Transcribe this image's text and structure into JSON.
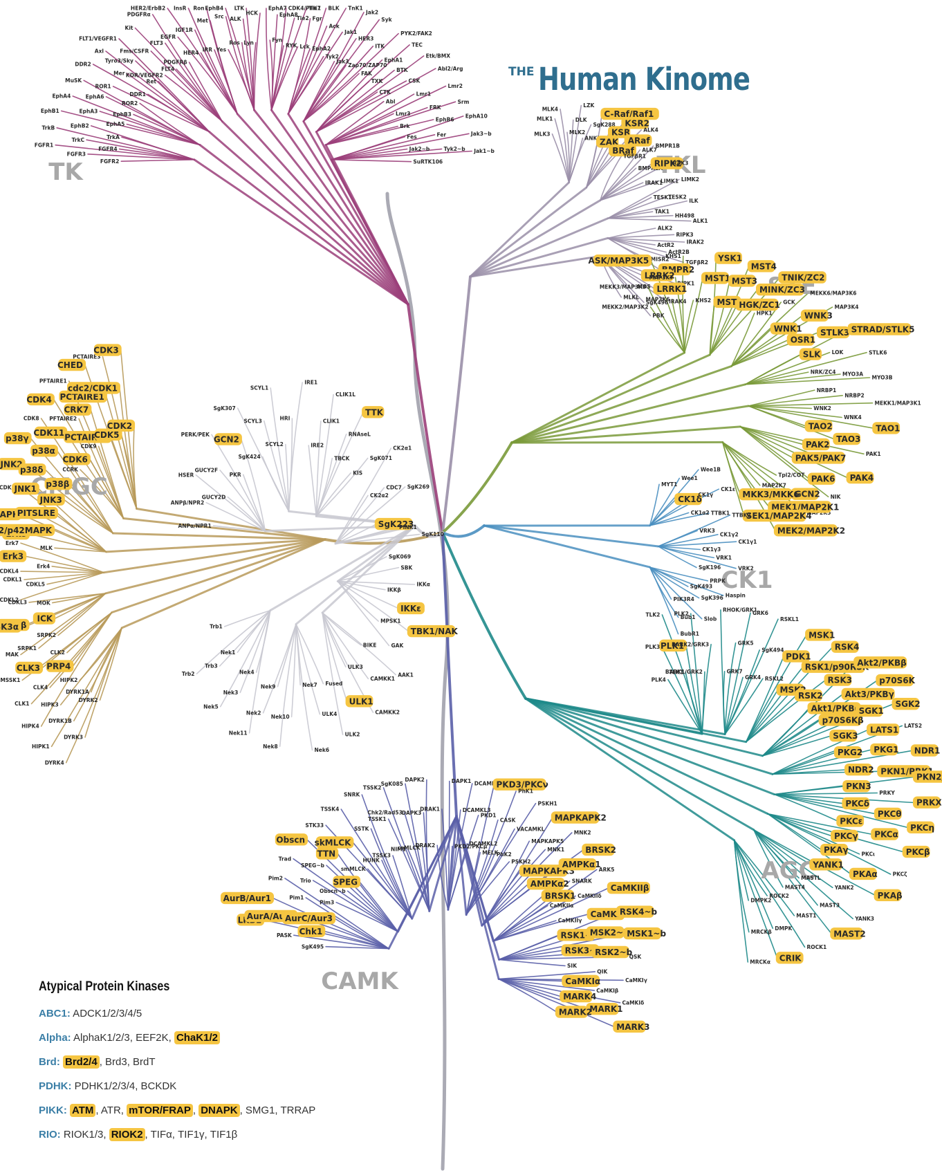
{
  "title": {
    "prefix": "THE",
    "main": "Human Kinome"
  },
  "groups": [
    {
      "name": "TK",
      "color": "#9b3f7a"
    },
    {
      "name": "TKL",
      "color": "#9a8fa8"
    },
    {
      "name": "STE",
      "color": "#7a9a3a"
    },
    {
      "name": "CK1",
      "color": "#4a8fc0"
    },
    {
      "name": "AGC",
      "color": "#1f8a8a"
    },
    {
      "name": "CAMK",
      "color": "#5a5fa8"
    },
    {
      "name": "CMGC",
      "color": "#b89a5a"
    }
  ],
  "colors": {
    "highlight": "#f5c542",
    "hub": "#aaaab4",
    "other": "#c8c8d0",
    "group_label": "#a8a8a8",
    "title": "#2f6e8e"
  },
  "kinases": {
    "TK": [
      "FGFR2",
      "FGFR3",
      "FGFR1",
      "FGFR4",
      "TrkC",
      "TrkB",
      "TrkA",
      "EphB2",
      "EphB1",
      "EphA5",
      "EphA3",
      "EphA4",
      "EphB3",
      "EphA6",
      "MuSK",
      "ROR2",
      "ROR1",
      "DDR2",
      "DDR1",
      "Mer",
      "Axl",
      "Ret",
      "Tyro3/Sky",
      "FLT1/VEGFR1",
      "KDR/VEGFR2",
      "Fms/CSFR",
      "Kit",
      "FLT4",
      "FLT3",
      "PDGFRα",
      "PDGFRβ",
      "EGFR",
      "HER2/ErbB2",
      "HER4",
      "IGF1R",
      "InsR",
      "IRR",
      "Met",
      "Ron",
      "Yes",
      "Src",
      "EphB4",
      "Ros",
      "ALK",
      "LTK",
      "Lyn",
      "HCK",
      "EphA7",
      "Fyn",
      "EphA8",
      "CDK4/PTK7",
      "RYK",
      "Tie2",
      "Tie1",
      "Lck",
      "Fgr",
      "BLK",
      "EphA2",
      "Ack",
      "TnK1",
      "Tyk2",
      "Jak1",
      "Jak2",
      "Jak3",
      "HER3",
      "Syk",
      "Zap70/ZAP70",
      "ITK",
      "PYK2/FAK2",
      "FAK",
      "EphA1",
      "TEC",
      "TXK",
      "BTK",
      "Etk/BMX",
      "CTK",
      "CSK",
      "Abl2/Arg",
      "Abl",
      "Lmr1",
      "Lmr2",
      "Lmr3",
      "FRK",
      "Srm",
      "Brk",
      "EphB6",
      "EphA10",
      "Fes",
      "Fer",
      "Jak3~b",
      "Jak2~b",
      "Tyk2~b",
      "Jak1~b",
      "SuRTK106"
    ],
    "TKL": [
      "MLK3",
      "MLK1",
      "MLK4",
      "MLK2",
      "DLK",
      "LZK",
      "ANKRD3",
      "SgK288",
      "C-Raf/Raf1",
      "ZAK",
      "KSR",
      "KSR2",
      "BRaf",
      "ARaf",
      "ALK4",
      "TGFβR1",
      "ALK7",
      "BMPR1B",
      "BMPR1A",
      "RIPK2",
      "IRAK3",
      "IRAK1",
      "LIMK1",
      "LIMK2",
      "TESK1",
      "TESK2",
      "ILK",
      "TAK1",
      "HH498",
      "ALK1",
      "ALK2",
      "RIPK3",
      "IRAK2",
      "ActR2",
      "ActR2B",
      "TGFβR2",
      "MISR2",
      "BMPR2",
      "RIPK1",
      "LRRK2",
      "LRRK1",
      "IRAK4",
      "MOS",
      "SgK496",
      "PBK",
      "MLKL"
    ],
    "STE": [
      "MEKK2/MAP3K2",
      "MEKK3/MAP3K3",
      "ASK/MAP3K5",
      "MAP3K6",
      "MAP3K7",
      "KHS1",
      "KHS2",
      "MST1",
      "YSK1",
      "MST2",
      "MST3",
      "MST4",
      "HGK/ZC1",
      "MINK/ZC3",
      "TNIK/ZC2",
      "HPK1",
      "GCK",
      "MEKK6/MAP3K6",
      "WNK1",
      "WNK3",
      "MAP3K4",
      "OSR1",
      "STLK3",
      "STRAD/STLK5",
      "SLK",
      "LOK",
      "STLK6",
      "NRK/ZC4",
      "MYO3A",
      "MYO3B",
      "NRBP1",
      "NRBP2",
      "MEKK1/MAP3K1",
      "WNK2",
      "WNK4",
      "TAO1",
      "TAO2",
      "TAO3",
      "PAK1",
      "PAK2",
      "PAK3",
      "PAK4",
      "PAK5/PAK7",
      "PAK6",
      "NIK",
      "Tpl2/COT",
      "GCN2",
      "MAP2K5",
      "MAP2K7",
      "MEK1/MAP2K1",
      "MEK2/MAP2K2",
      "MKK3/MKK6",
      "SEK1/MAP2K4"
    ],
    "CK1": [
      "MYT1",
      "Wee1",
      "Wee1B",
      "CK1δ",
      "CK1γ",
      "CK1ε",
      "CK1α2",
      "TTBK1",
      "TTBK2",
      "VRK3",
      "CK1γ2",
      "CK1γ1",
      "CK1γ3",
      "VRK1",
      "VRK2",
      "SgK196",
      "PRPK",
      "Haspin",
      "SgK493",
      "SgK396",
      "Slob",
      "PIK3R4",
      "Bub1",
      "BubR1"
    ],
    "AGC": [
      "PLK4",
      "PLK3",
      "TLK2",
      "TLK1",
      "PLK1",
      "PLK2",
      "BARK1/GRK2",
      "BARK2/GRK3",
      "RHOK/GRK1",
      "GRK7",
      "GRK5",
      "GRK6",
      "GRK4",
      "SgK494",
      "RSKL1",
      "RSKL2",
      "PDK1",
      "MSK1",
      "MSK2",
      "RSK1/p90RSK",
      "RSK4",
      "RSK2",
      "RSK3",
      "Akt2/PKBβ",
      "Akt1/PKBα",
      "Akt3/PKBγ",
      "p70S6K",
      "p70S6Kβ",
      "SGK1",
      "SGK2",
      "SGK3",
      "LATS1",
      "LATS2",
      "PKG2",
      "PKG1",
      "NDR1",
      "NDR2",
      "PKN1/PRK1",
      "PKN2/PRK2",
      "PKN3",
      "PRKY",
      "PRKX",
      "PKCδ",
      "PKCθ",
      "PKCη",
      "PKCε",
      "PKCα",
      "PKCβ",
      "PKCγ",
      "PKCι",
      "PKCζ",
      "PKAγ",
      "PKAα",
      "PKAβ",
      "YANK1",
      "YANK2",
      "YANK3",
      "MASTL",
      "MAST3",
      "MAST2",
      "MAST4",
      "MAST1",
      "ROCK1",
      "ROCK2",
      "DMPK",
      "CRIK",
      "DMPK2",
      "MRCKβ",
      "MRCKα"
    ],
    "CAMK": [
      "SgK495",
      "PASK",
      "LKB1",
      "Chk1",
      "AurA/Aur2",
      "AurB/Aur1",
      "AurC/Aur3",
      "Pim1",
      "Pim2",
      "Pim3",
      "Trio",
      "Trad",
      "Obscn~b",
      "SPEG~b",
      "Obscn",
      "SPEG",
      "TTN",
      "STK33",
      "smMLCK",
      "skMLCK",
      "TSSK4",
      "HUNK",
      "SSTK",
      "SNRK",
      "TSSK3",
      "TSSK1",
      "TSSK2",
      "NIM1",
      "Chk2/Rad53",
      "SgK085",
      "caMLCK",
      "DAPK3",
      "DAPK2",
      "DRAK2",
      "DRAK1",
      "DAPK1",
      "PKD2/PKCμ",
      "DCAMKL3",
      "DCAMKL1",
      "DCAMKL2",
      "PKD1",
      "PKD3/PKCν",
      "MELK",
      "CASK",
      "PhK1",
      "PhK2",
      "VACAMKL",
      "PSKH1",
      "PSKH2",
      "MAPKAPK5",
      "MAPKAPK2",
      "MAPKAPK3",
      "MNK1",
      "MNK2",
      "AMPKα2",
      "AMPKα1",
      "BRSK2",
      "BRSK1",
      "SNARK",
      "ARK5",
      "CaMKIIα",
      "CaMKIIδ",
      "CaMKIIβ",
      "CaMKIIγ",
      "CaMKIV",
      "RSK4~b",
      "RSK1~b",
      "MSK2~b",
      "MSK1~b",
      "RSK3~b",
      "RSK2~b",
      "QSK",
      "SIK",
      "QIK",
      "CaMKIγ",
      "CaMKIα",
      "CaMKIβ",
      "CaMKIδ",
      "MARK4",
      "MARK1",
      "MARK3",
      "MARK2"
    ],
    "CMGC": [
      "DYRK2",
      "DYRK3",
      "DYRK4",
      "DYRK1A",
      "DYRK1B",
      "HIPK1",
      "HIPK2",
      "HIPK3",
      "HIPK4",
      "PRP4",
      "CLK4",
      "CLK1",
      "CLK2",
      "CLK3",
      "MSSK1",
      "SRPK2",
      "SRPK1",
      "MAK",
      "ICK",
      "GSK3β",
      "GSK3α",
      "MOK",
      "CDKL3",
      "CDKL2",
      "CDKL5",
      "CDKL1",
      "CDKL4",
      "Erk4",
      "Erk3",
      "Erk7",
      "MLK",
      "Erk5",
      "Erk1/p44MAPK",
      "Erk2/p42MAPK",
      "CDK7",
      "CDK10",
      "PITSLRE",
      "JNK1",
      "JNK2",
      "JNK3",
      "p38δ",
      "p38γ",
      "p38β",
      "p38α",
      "CDK8",
      "CCRK",
      "CDK11",
      "CDK4",
      "CDK6",
      "PFTAIRE2",
      "PFTAIRE1",
      "CDK9",
      "CRK7",
      "CHED",
      "PCTAIRE2",
      "PCTAIRE1",
      "PCTAIRE3",
      "CDK5",
      "cdc2/CDK1",
      "CDK3",
      "CDK2"
    ],
    "Other": [
      "ANPα/NPR1",
      "ANPβ/NPR2",
      "HSER",
      "GUCY2D",
      "GUCY2F",
      "PERK/PEK",
      "PKR",
      "GCN2",
      "SgK307",
      "SgK424",
      "SCYL3",
      "SCYL1",
      "SCYL2",
      "HRI",
      "IRE1",
      "IRE2",
      "CLIK1",
      "CLIK1L",
      "TBCK",
      "RNAseL",
      "TTK",
      "KIS",
      "SgK071",
      "CK2α1",
      "CK2α2",
      "CDC7",
      "SgK269",
      "SgK223",
      "PINK1",
      "SgK110",
      "SgK069",
      "SBK",
      "IKKα",
      "IKKβ",
      "IKKε",
      "TBK1/NAK",
      "MPSK1",
      "GAK",
      "AAK1",
      "BIKE",
      "CAMKK1",
      "CAMKK2",
      "ULK3",
      "ULK1",
      "ULK2",
      "Fused",
      "ULK4",
      "Nek6",
      "Nek7",
      "Nek10",
      "Nek8",
      "Nek9",
      "Nek2",
      "Nek11",
      "Nek4",
      "Nek3",
      "Nek5",
      "Nek1",
      "Trb3",
      "Trb2",
      "Trb1"
    ]
  },
  "highlighted": [
    "RIPK2",
    "ZAK",
    "KSR",
    "C-Raf/Raf1",
    "KSR2",
    "BRaf",
    "ARaf",
    "LRRK2",
    "LRRK1",
    "BMPR2",
    "ASK/MAP3K5",
    "MST1",
    "YSK1",
    "MST2",
    "MST3",
    "MST4",
    "HGK/ZC1",
    "MINK/ZC3",
    "TNIK/ZC2",
    "WNK1",
    "WNK3",
    "OSR1",
    "STLK3",
    "STRAD/STLK5",
    "SLK",
    "TAO1",
    "TAO2",
    "TAO3",
    "PAK2",
    "PAK4",
    "PAK5/PAK7",
    "PAK6",
    "MEK1/MAP2K1",
    "MEK2/MAP2K2",
    "MKK3/MKK6",
    "SEK1/MAP2K4",
    "GCN2",
    "CK1δ",
    "PLK1",
    "PDK1",
    "MSK1",
    "MSK2",
    "RSK1/p90RSK",
    "RSK4",
    "RSK2",
    "RSK3",
    "Akt2/PKBβ",
    "Akt1/PKBα",
    "Akt3/PKBγ",
    "p70S6K",
    "p70S6Kβ",
    "SGK1",
    "SGK2",
    "SGK3",
    "LATS1",
    "PKG2",
    "PKG1",
    "NDR1",
    "NDR2",
    "PKN1/PRK1",
    "PKN2/PRK2",
    "PKN3",
    "PRKX",
    "PKCδ",
    "PKCθ",
    "PKCη",
    "PKCε",
    "PKCγ",
    "PKCα",
    "PKCβ",
    "PKAγ",
    "PKAα",
    "PKAβ",
    "YANK1",
    "MAST2",
    "CRIK",
    "LKB1",
    "Chk1",
    "AurA/Aur2",
    "AurB/Aur1",
    "AurC/Aur3",
    "Obscn",
    "SPEG",
    "TTN",
    "skMLCK",
    "PKD3/PKCν",
    "AMPKα2",
    "AMPKα1",
    "BRSK2",
    "BRSK1",
    "MAPKAPK2",
    "MAPKAPK3",
    "CaMKIIβ",
    "CaMKIV",
    "RSK4~b",
    "RSK1~b",
    "MSK2~b",
    "MSK1~b",
    "RSK3~b",
    "RSK2~b",
    "CaMKIα",
    "MARK4",
    "MARK1",
    "MARK3",
    "MARK2",
    "PRP4",
    "CLK3",
    "GSK3β",
    "GSK3α",
    "ICK",
    "Erk3",
    "Erk5",
    "Erk1/p44MAPK",
    "Erk2/p42MAPK",
    "PITSLRE",
    "JNK1",
    "JNK2",
    "JNK3",
    "p38δ",
    "p38γ",
    "p38β",
    "p38α",
    "CDK11",
    "CDK4",
    "CDK6",
    "CRK7",
    "CHED",
    "PCTAIRE2",
    "PCTAIRE1",
    "CDK5",
    "cdc2/CDK1",
    "CDK3",
    "CDK2",
    "GCN2",
    "TTK",
    "SgK223",
    "IKKε",
    "TBK1/NAK",
    "ULK1"
  ],
  "atypical": {
    "title": "Atypical Protein Kinases",
    "rows": [
      {
        "category": "ABC1:",
        "parts": [
          {
            "text": " ADCK1/2/3/4/5",
            "hl": false
          }
        ]
      },
      {
        "category": "Alpha:",
        "parts": [
          {
            "text": " AlphaK1/2/3, EEF2K, ",
            "hl": false
          },
          {
            "text": "ChaK1/2",
            "hl": true
          }
        ]
      },
      {
        "category": "Brd:",
        "parts": [
          {
            "text": " ",
            "hl": false
          },
          {
            "text": "Brd2/4",
            "hl": true
          },
          {
            "text": ", Brd3, BrdT",
            "hl": false
          }
        ]
      },
      {
        "category": "PDHK:",
        "parts": [
          {
            "text": " PDHK1/2/3/4, BCKDK",
            "hl": false
          }
        ]
      },
      {
        "category": "PIKK:",
        "parts": [
          {
            "text": " ",
            "hl": false
          },
          {
            "text": "ATM",
            "hl": true
          },
          {
            "text": ", ATR, ",
            "hl": false
          },
          {
            "text": "mTOR/FRAP",
            "hl": true
          },
          {
            "text": ", ",
            "hl": false
          },
          {
            "text": "DNAPK",
            "hl": true
          },
          {
            "text": ", SMG1, TRRAP",
            "hl": false
          }
        ]
      },
      {
        "category": "RIO:",
        "parts": [
          {
            "text": " RIOK1/3, ",
            "hl": false
          },
          {
            "text": "RIOK2",
            "hl": true
          },
          {
            "text": ", TIFα, TIF1γ, TIF1β",
            "hl": false
          }
        ]
      }
    ]
  }
}
